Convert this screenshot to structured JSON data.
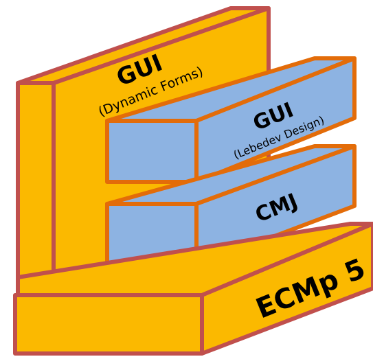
{
  "diagram": {
    "colors": {
      "yellow_fill": "#FBB900",
      "red_stroke": "#C0504D",
      "blue_fill": "#8DB3E2",
      "orange_stroke": "#E36C09",
      "text": "#000000"
    },
    "blocks": [
      {
        "id": "ecmp5",
        "title": "ECMp 5",
        "subtitle": "",
        "fill_ref": "yellow_fill",
        "stroke_ref": "red_stroke"
      },
      {
        "id": "gui-dynamic-forms",
        "title": "GUI",
        "subtitle": "(Dynamic Forms)",
        "fill_ref": "yellow_fill",
        "stroke_ref": "red_stroke"
      },
      {
        "id": "cmj",
        "title": "CMJ",
        "subtitle": "",
        "fill_ref": "blue_fill",
        "stroke_ref": "orange_stroke"
      },
      {
        "id": "gui-lebedev-design",
        "title": "GUI",
        "subtitle": "(Lebedev Design)",
        "fill_ref": "blue_fill",
        "stroke_ref": "orange_stroke"
      }
    ]
  }
}
